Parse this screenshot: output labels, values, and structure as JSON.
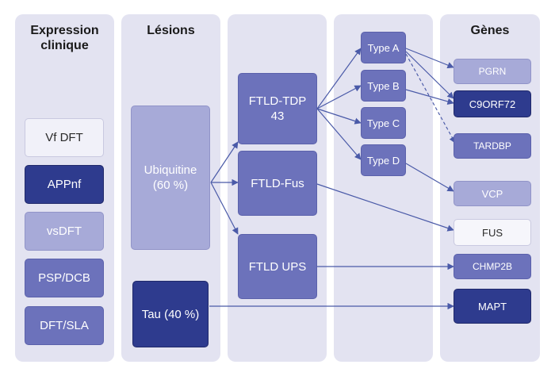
{
  "columns": {
    "expression": {
      "title_line1": "Expression",
      "title_line2": "clinique"
    },
    "lesions": {
      "title": "Lésions"
    },
    "genes": {
      "title": "Gènes"
    }
  },
  "expression_items": [
    "Vf DFT",
    "APPnf",
    "vsDFT",
    "PSP/DCB",
    "DFT/SLA"
  ],
  "lesions": {
    "ubiquitine_line1": "Ubiquitine",
    "ubiquitine_line2": "(60 %)",
    "tau": "Tau (40 %)"
  },
  "ftld": {
    "tdp_line1": "FTLD-TDP",
    "tdp_line2": "43",
    "fus": "FTLD-Fus",
    "ups": "FTLD UPS"
  },
  "types": [
    "Type A",
    "Type B",
    "Type C",
    "Type D"
  ],
  "genes": [
    "PGRN",
    "C9ORF72",
    "TARDBP",
    "VCP",
    "FUS",
    "CHMP2B",
    "MAPT"
  ],
  "colors": {
    "column_bg": "#e3e3f1",
    "dark": "#2e3b8e",
    "mid": "#6c72bb",
    "light": "#a7aad8",
    "arrow": "#4a5aa8"
  }
}
